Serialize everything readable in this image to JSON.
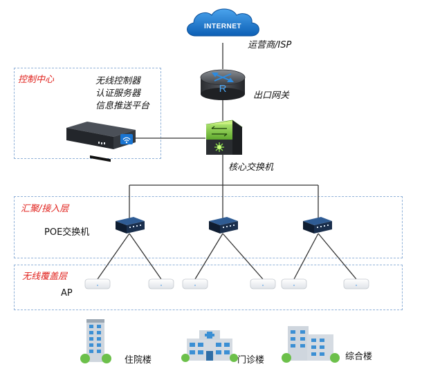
{
  "internet": {
    "cloud_text": "INTERNET",
    "label": "运营商/ISP"
  },
  "gateway": {
    "router_letter": "R",
    "label": "出口网关"
  },
  "control_center": {
    "title": "控制中心",
    "items": [
      "无线控制器",
      "认证服务器",
      "信息推送平台"
    ]
  },
  "core": {
    "label": "核心交换机"
  },
  "aggregation": {
    "title": "汇聚/接入层",
    "device_label": "POE交换机"
  },
  "wireless": {
    "title": "无线覆盖层",
    "device_label": "AP"
  },
  "buildings": [
    {
      "label": "住院楼"
    },
    {
      "label": "门诊楼"
    },
    {
      "label": "综合楼"
    }
  ],
  "colors": {
    "cloud": "#1e73c8",
    "accent_red": "#e0201b",
    "zone_border": "#8eb0d8",
    "line": "#333333",
    "switch_green": "#7cc242",
    "building_blue": "#3b8fd4"
  }
}
